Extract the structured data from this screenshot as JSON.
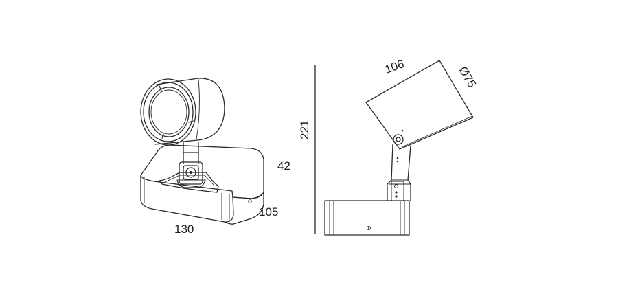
{
  "dimensions": {
    "base_width": "130",
    "base_height": "42",
    "base_depth": "105",
    "total_height": "221",
    "head_length": "106",
    "head_diameter": "Ø75"
  },
  "colors": {
    "line": "#2a2a2a",
    "background": "#ffffff"
  }
}
